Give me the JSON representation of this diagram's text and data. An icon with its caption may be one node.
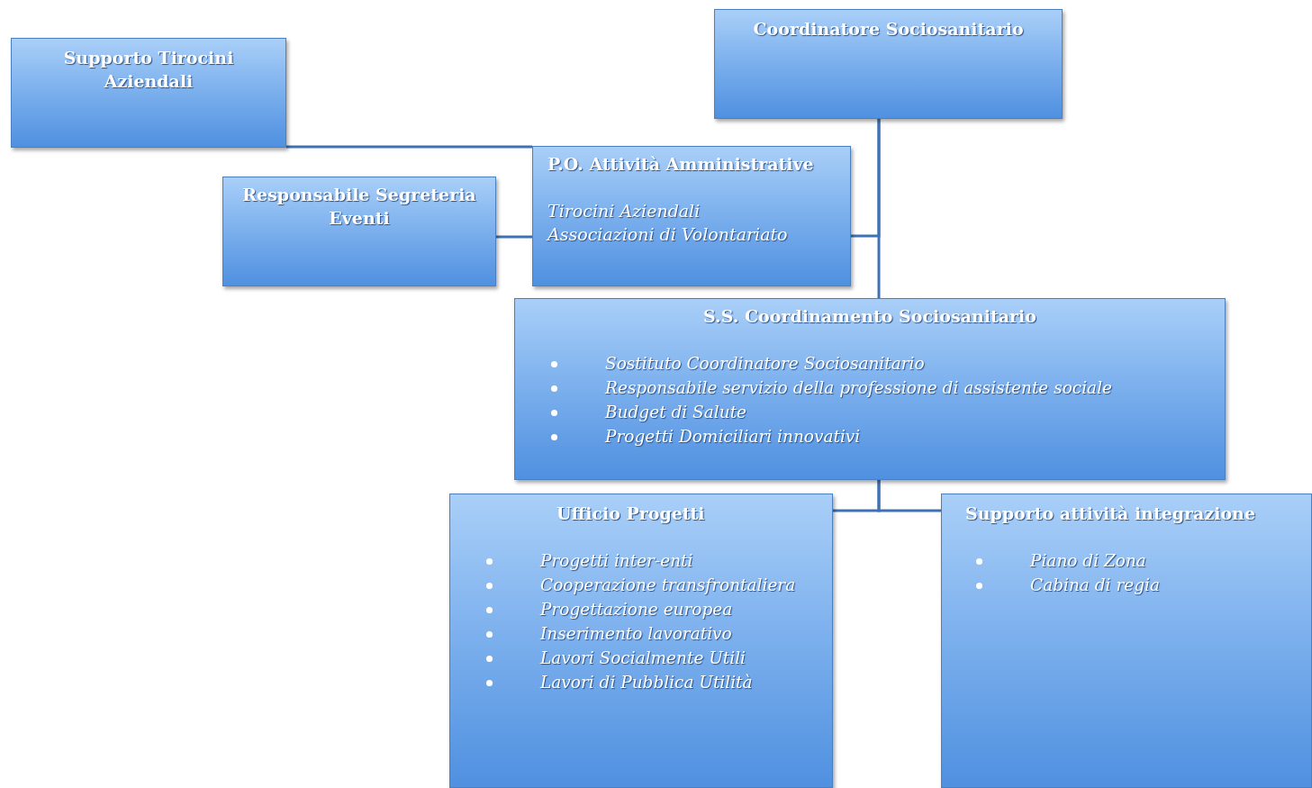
{
  "diagram": {
    "nodes": [
      {
        "text": [
          "Coordinatore Sociosanitario"
        ]
      },
      {
        "text": [
          "Supporto Tirocini Aziendali"
        ]
      },
      {
        "text": [
          "Responsabile Segreteria Eventi"
        ]
      },
      {
        "text": [
          "P.O. Attività Amministrative",
          "Tirocini Aziendali",
          "Associazioni di Volontariato"
        ]
      },
      {
        "text": [
          "S.S. Coordinamento Sociosanitario",
          "Sostituto Coordinatore Sociosanitario",
          "Responsabile servizio della professione di assistente sociale",
          "Budget di Salute",
          "Progetti Domiciliari innovativi"
        ]
      },
      {
        "text": [
          "Ufficio Progetti",
          "Progetti inter-enti",
          "Cooperazione transfrontaliera",
          "Progettazione europea",
          "Inserimento lavorativo",
          "Lavori Socialmente Utili",
          "Lavori di Pubblica Utilità"
        ]
      },
      {
        "text": [
          "Supporto attività integrazione",
          "Piano di Zona",
          "Cabina di regia"
        ]
      }
    ],
    "edges": [
      {
        "from": 1,
        "to": 3,
        "arrow": "none"
      },
      {
        "from": 2,
        "to": 3,
        "arrow": "none"
      },
      {
        "from": 0,
        "to": 3,
        "arrow": "none"
      },
      {
        "from": 0,
        "to": 4,
        "arrow": "none"
      },
      {
        "from": 4,
        "to": 5,
        "arrow": "none"
      },
      {
        "from": 4,
        "to": 6,
        "arrow": "none"
      }
    ]
  }
}
